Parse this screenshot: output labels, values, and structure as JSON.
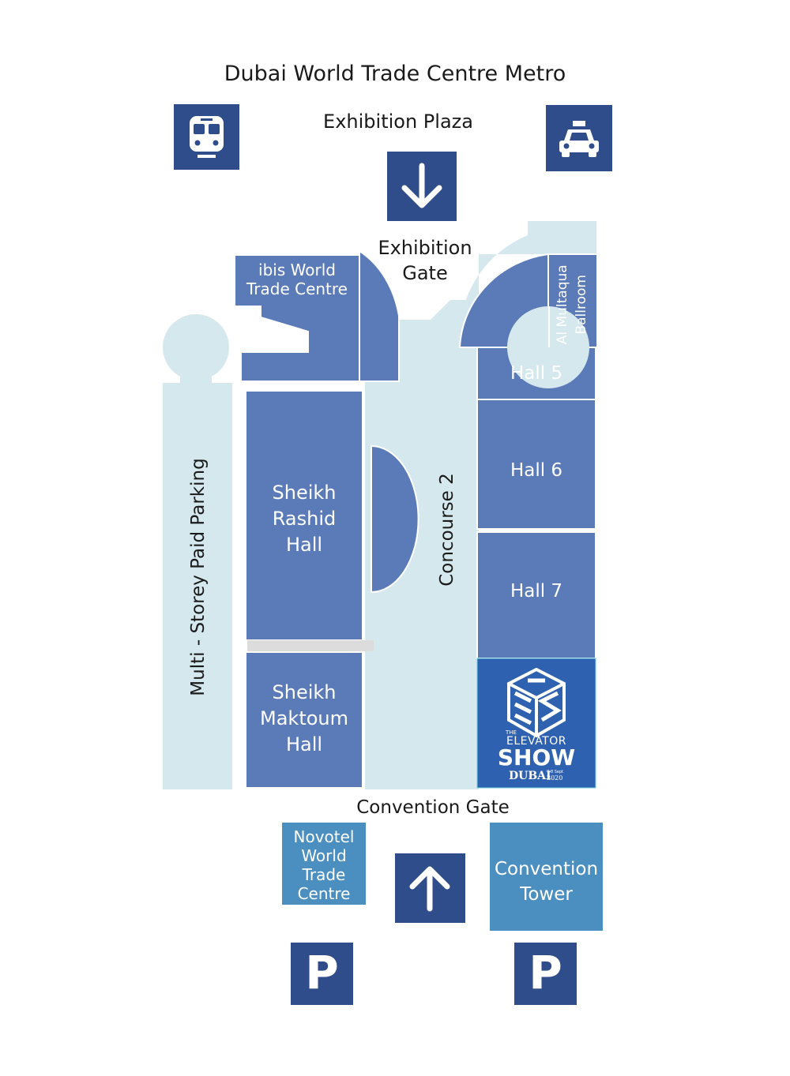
{
  "title": "Dubai World Trade Centre Metro",
  "entrances": {
    "top_area": "Exhibition Plaza",
    "top_gate_line1": "Exhibition",
    "top_gate_line2": "Gate",
    "bottom_gate": "Convention Gate"
  },
  "icons": {
    "metro": "metro-train-icon",
    "taxi": "taxi-icon",
    "arrow_in_top": "arrow-down-icon",
    "arrow_in_bottom": "arrow-up-icon",
    "parking_letter": "P"
  },
  "venues": {
    "ibis": [
      "ibis World",
      "Trade Centre"
    ],
    "ballroom": [
      "Al Multaqua",
      "Ballroom"
    ],
    "parking_structure": "Multi - Storey Paid Parking",
    "concourse": "Concourse 2",
    "sheikh_rashid": [
      "Sheikh",
      "Rashid",
      "Hall"
    ],
    "sheikh_maktoum": [
      "Sheikh",
      "Maktoum",
      "Hall"
    ],
    "hall5": "Hall 5",
    "hall6": "Hall 6",
    "hall7": "Hall 7",
    "novotel": [
      "Novotel",
      "World",
      "Trade",
      "Centre"
    ],
    "convention_tower": [
      "Convention",
      "Tower"
    ]
  },
  "event_logo": {
    "line1": "THE",
    "line2": "ELEVATOR",
    "line3": "SHOW",
    "line4": "DUBAI",
    "dates": "7-8 Sept",
    "year": "2020"
  },
  "colors": {
    "hall": "#5b7bb8",
    "dark_icon": "#2f4d8a",
    "light_area": "#d5e8ee",
    "hotel": "#4b8fc0",
    "event": "#2e62b0"
  }
}
